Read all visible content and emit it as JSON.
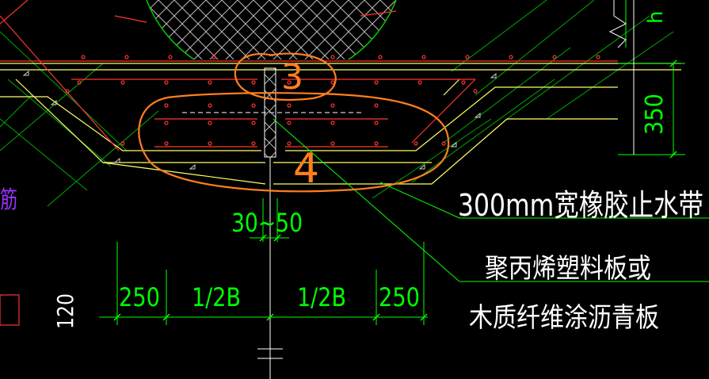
{
  "drawing": {
    "annotations": {
      "waterstop": "300mm宽橡胶止水带",
      "filler_line1": "聚丙烯塑料板或",
      "filler_line2": "木质纤维涂沥青板",
      "joint_gap": "30~50",
      "dim_left_edge": "250",
      "dim_left_half": "1/2B",
      "dim_right_half": "1/2B",
      "dim_right_edge": "250",
      "dim_vertical_bottom": "120",
      "dim_vertical_right": "350",
      "left_partial_label": "筋",
      "top_right_partial": "h"
    },
    "markup": {
      "circle_top_number": "3",
      "circle_bottom_number": "4"
    },
    "colors": {
      "background": "#000000",
      "text": "#ffffff",
      "dim": "#00ff00",
      "concrete": "#ffff66",
      "rebar": "#ff3333",
      "hatch": "#00cc00",
      "markup": "#ff7f1e",
      "purple_label": "#9933ff"
    }
  }
}
